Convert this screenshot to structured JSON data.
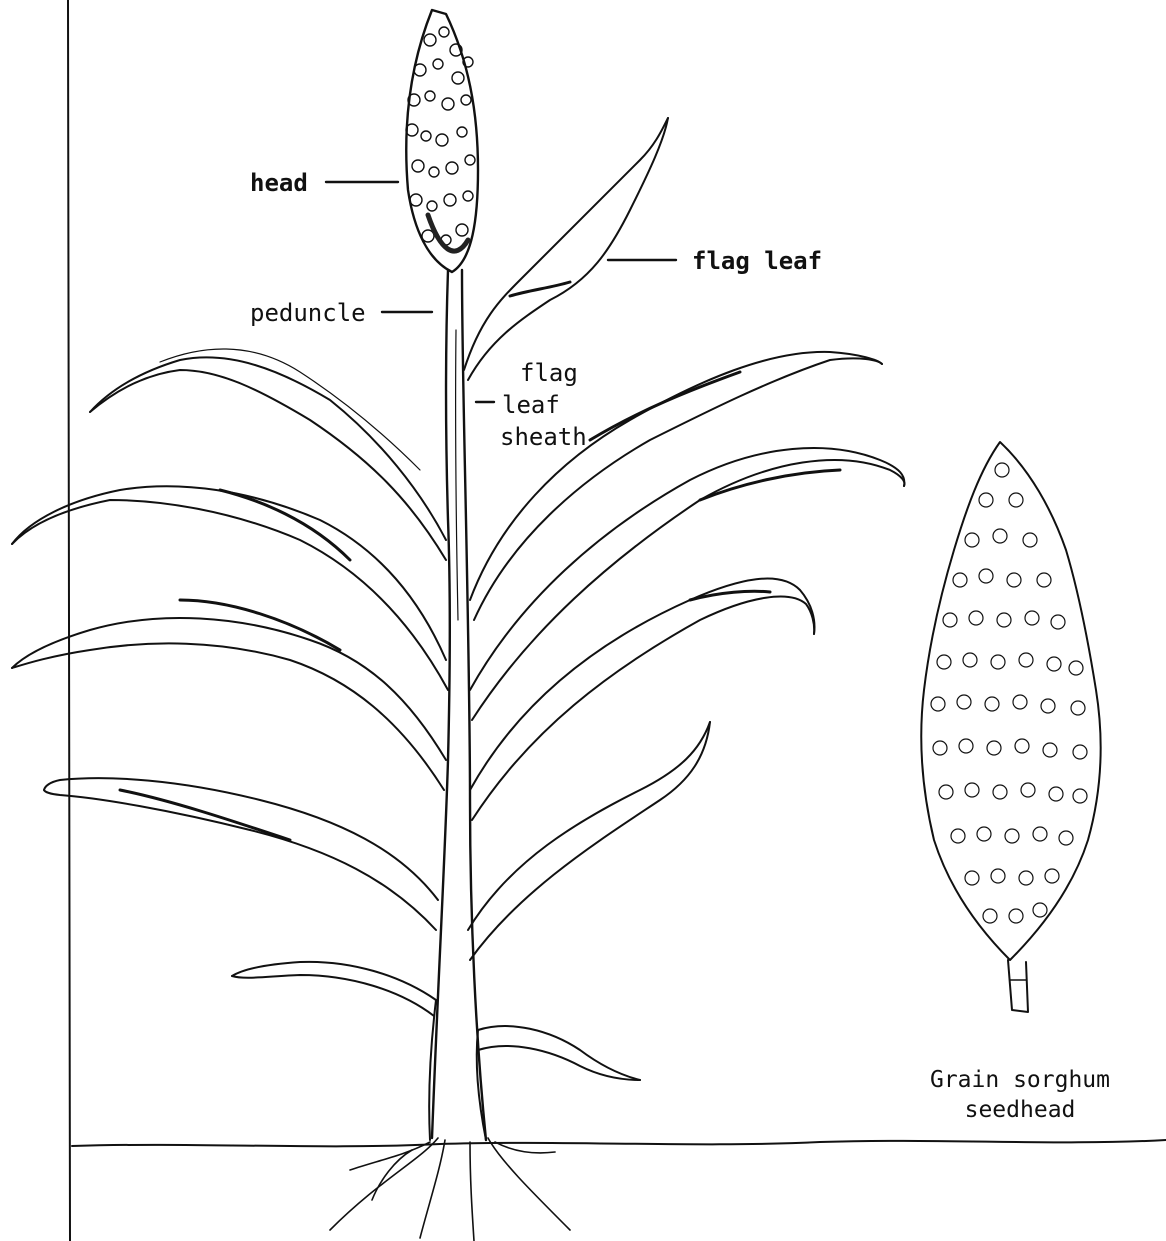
{
  "labels": {
    "head": "head",
    "peduncle": "peduncle",
    "flag_leaf": "flag leaf",
    "sheath_line1": "flag",
    "sheath_line2": "leaf",
    "sheath_line3": "sheath"
  },
  "caption": {
    "line1": "Grain sorghum",
    "line2": "seedhead"
  },
  "colors": {
    "ink": "#111111",
    "paper": "#ffffff"
  }
}
